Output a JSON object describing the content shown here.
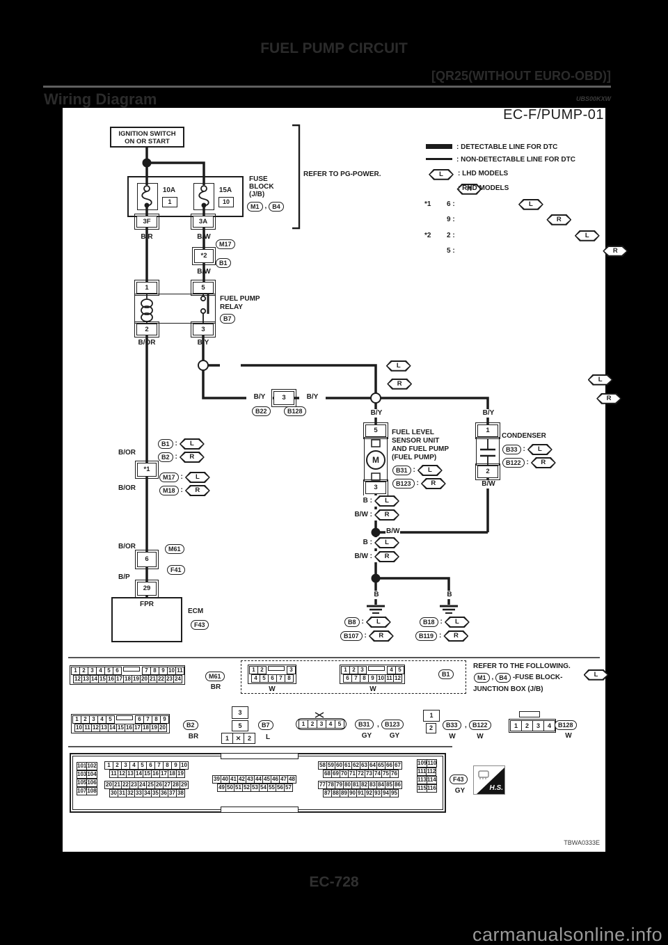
{
  "page": {
    "title": "FUEL PUMP CIRCUIT",
    "subtitle": "[QR25(WITHOUT EURO-OBD)]",
    "section_title": "Wiring Diagram",
    "section_code": "UBS00KXW",
    "page_number": "EC-728",
    "watermark": "carmanualsonline.info"
  },
  "diagram": {
    "title": "EC-F/PUMP-01",
    "figure_code": "TBWA0333E",
    "colon": ":",
    "comma": ",",
    "legend": {
      "detectable": ": DETECTABLE LINE FOR DTC",
      "non_detectable": ": NON-DETECTABLE LINE FOR DTC",
      "lhd": ": LHD MODELS",
      "rhd": ": RHD MODELS",
      "l": "L",
      "r": "R",
      "star1": "*1",
      "star1_l": "6 :",
      "star1_r": "9 :",
      "star2": "*2",
      "star2_l": "2 :",
      "star2_r": "5 :"
    },
    "ignition": {
      "line1": "IGNITION SWITCH",
      "line2": "ON OR START"
    },
    "fuse_block": {
      "name1": "FUSE",
      "name2": "BLOCK",
      "name3": "(J/B)",
      "refer": "REFER TO PG-POWER.",
      "fuse1_amp": "10A",
      "fuse1_id": "1",
      "fuse1_term": "3F",
      "fuse2_amp": "15A",
      "fuse2_id": "10",
      "fuse2_term": "3A"
    },
    "relay": {
      "name1": "FUEL PUMP",
      "name2": "RELAY",
      "t1": "1",
      "t2": "2",
      "t3": "3",
      "t5": "5"
    },
    "pump": {
      "name1": "FUEL LEVEL",
      "name2": "SENSOR UNIT",
      "name3": "AND FUEL PUMP",
      "name4": "(FUEL PUMP)",
      "motor": "M",
      "t5": "5",
      "t3": "3"
    },
    "condenser": {
      "name": "CONDENSER",
      "t1": "1",
      "t2": "2"
    },
    "ecm": {
      "term": "29",
      "pin_name": "FPR",
      "name": "ECM"
    },
    "terms": {
      "star1": "*1",
      "star2": "*2",
      "t3": "3",
      "t6": "6"
    },
    "wires": {
      "br": "B/R",
      "bw": "B/W",
      "bor": "B/OR",
      "by": "B/Y",
      "bp": "B/P",
      "b": "B",
      "b_c": "B :",
      "bw_c": "B/W :"
    },
    "refs": {
      "m1": "M1",
      "b4": "B4",
      "m17": "M17",
      "m18": "M18",
      "m61": "M61",
      "b1": "B1",
      "b2": "B2",
      "b7": "B7",
      "b22": "B22",
      "b31": "B31",
      "b33": "B33",
      "b8": "B8",
      "b18": "B18",
      "b107": "B107",
      "b119": "B119",
      "b122": "B122",
      "b123": "B123",
      "b128": "B128",
      "f41": "F41",
      "f43": "F43"
    }
  },
  "bottom": {
    "refer1": "REFER TO THE FOLLOWING.",
    "refer2": "-FUSE BLOCK-",
    "refer3": "JUNCTION BOX (J/B)",
    "m61": {
      "row1": [
        "1",
        "2",
        "3",
        "4",
        "5",
        "6",
        "#",
        "7",
        "8",
        "9",
        "10",
        "11"
      ],
      "row2": [
        "12",
        "13",
        "14",
        "15",
        "16",
        "17",
        "18",
        "19",
        "20",
        "21",
        "22",
        "23",
        "24"
      ],
      "color": "BR"
    },
    "b1_lhd": {
      "row1": [
        "1",
        "2",
        "#",
        "3"
      ],
      "row2": [
        "4",
        "5",
        "6",
        "7",
        "8"
      ],
      "color": "W"
    },
    "b1_rhd": {
      "row1": [
        "1",
        "2",
        "3",
        "#",
        "4",
        "5"
      ],
      "row2": [
        "6",
        "7",
        "8",
        "9",
        "10",
        "11",
        "12"
      ],
      "color": "W"
    },
    "b2": {
      "row1": [
        "1",
        "2",
        "3",
        "4",
        "5",
        "#",
        "6",
        "7",
        "8",
        "9"
      ],
      "row2": [
        "10",
        "11",
        "12",
        "13",
        "14",
        "15",
        "16",
        "17",
        "18",
        "19",
        "20"
      ],
      "color": "BR"
    },
    "b7": {
      "p3": "3",
      "p5": "5",
      "row": [
        "1",
        "x",
        "2"
      ],
      "color": "L"
    },
    "b31": {
      "pins": [
        "1",
        "2",
        "3",
        "4",
        "5"
      ],
      "color1": "GY",
      "color2": "GY"
    },
    "b33": {
      "p1": "1",
      "p2": "2",
      "color1": "W",
      "color2": "W"
    },
    "b128": {
      "pins": [
        "1",
        "2",
        "3",
        "4"
      ],
      "color": "W"
    },
    "ecm": {
      "label_color": "GY",
      "hs": "H.S.",
      "left": [
        [
          "101",
          "102"
        ],
        [
          "103",
          "104"
        ],
        [
          "105",
          "106"
        ],
        [
          "107",
          "108"
        ]
      ],
      "right": [
        [
          "109",
          "110"
        ],
        [
          "111",
          "112"
        ],
        [
          "113",
          "114"
        ],
        [
          "115",
          "116"
        ]
      ],
      "a1": [
        "1",
        "2",
        "3",
        "4",
        "5",
        "6",
        "7",
        "8",
        "9",
        "10"
      ],
      "a2": [
        "11",
        "12",
        "13",
        "14",
        "15",
        "16",
        "17",
        "18",
        "19"
      ],
      "a3": [
        "20",
        "21",
        "22",
        "23",
        "24",
        "25",
        "26",
        "27",
        "28",
        "29"
      ],
      "a4": [
        "30",
        "31",
        "32",
        "33",
        "34",
        "35",
        "36",
        "37",
        "38"
      ],
      "b1": [
        "39",
        "40",
        "41",
        "42",
        "43",
        "44",
        "45",
        "46",
        "47",
        "48"
      ],
      "b2": [
        "49",
        "50",
        "51",
        "52",
        "53",
        "54",
        "55",
        "56",
        "57"
      ],
      "c1": [
        "58",
        "59",
        "60",
        "61",
        "62",
        "63",
        "64",
        "65",
        "66",
        "67"
      ],
      "c2": [
        "68",
        "69",
        "70",
        "71",
        "72",
        "73",
        "74",
        "75",
        "76"
      ],
      "c3": [
        "77",
        "78",
        "79",
        "80",
        "81",
        "82",
        "83",
        "84",
        "85",
        "86"
      ],
      "c4": [
        "87",
        "88",
        "89",
        "90",
        "91",
        "92",
        "93",
        "94",
        "95"
      ]
    }
  }
}
